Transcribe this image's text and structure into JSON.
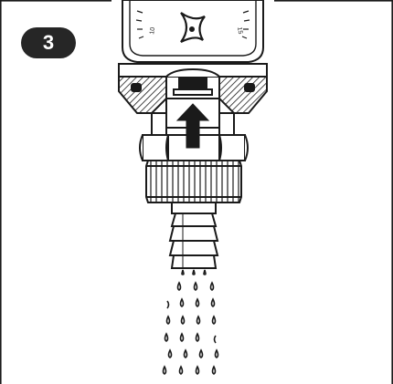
{
  "step": {
    "number": "3"
  },
  "gauge": {
    "tick_left": "10",
    "tick_right": "15"
  },
  "colors": {
    "ink": "#1a1a1a",
    "hatch_fill": "#8c8c8c",
    "dark_fill": "#262626",
    "paper": "#ffffff"
  },
  "icons": {
    "flow_arrow": "arrow-up-icon",
    "water_drop": "water-drop-icon"
  }
}
